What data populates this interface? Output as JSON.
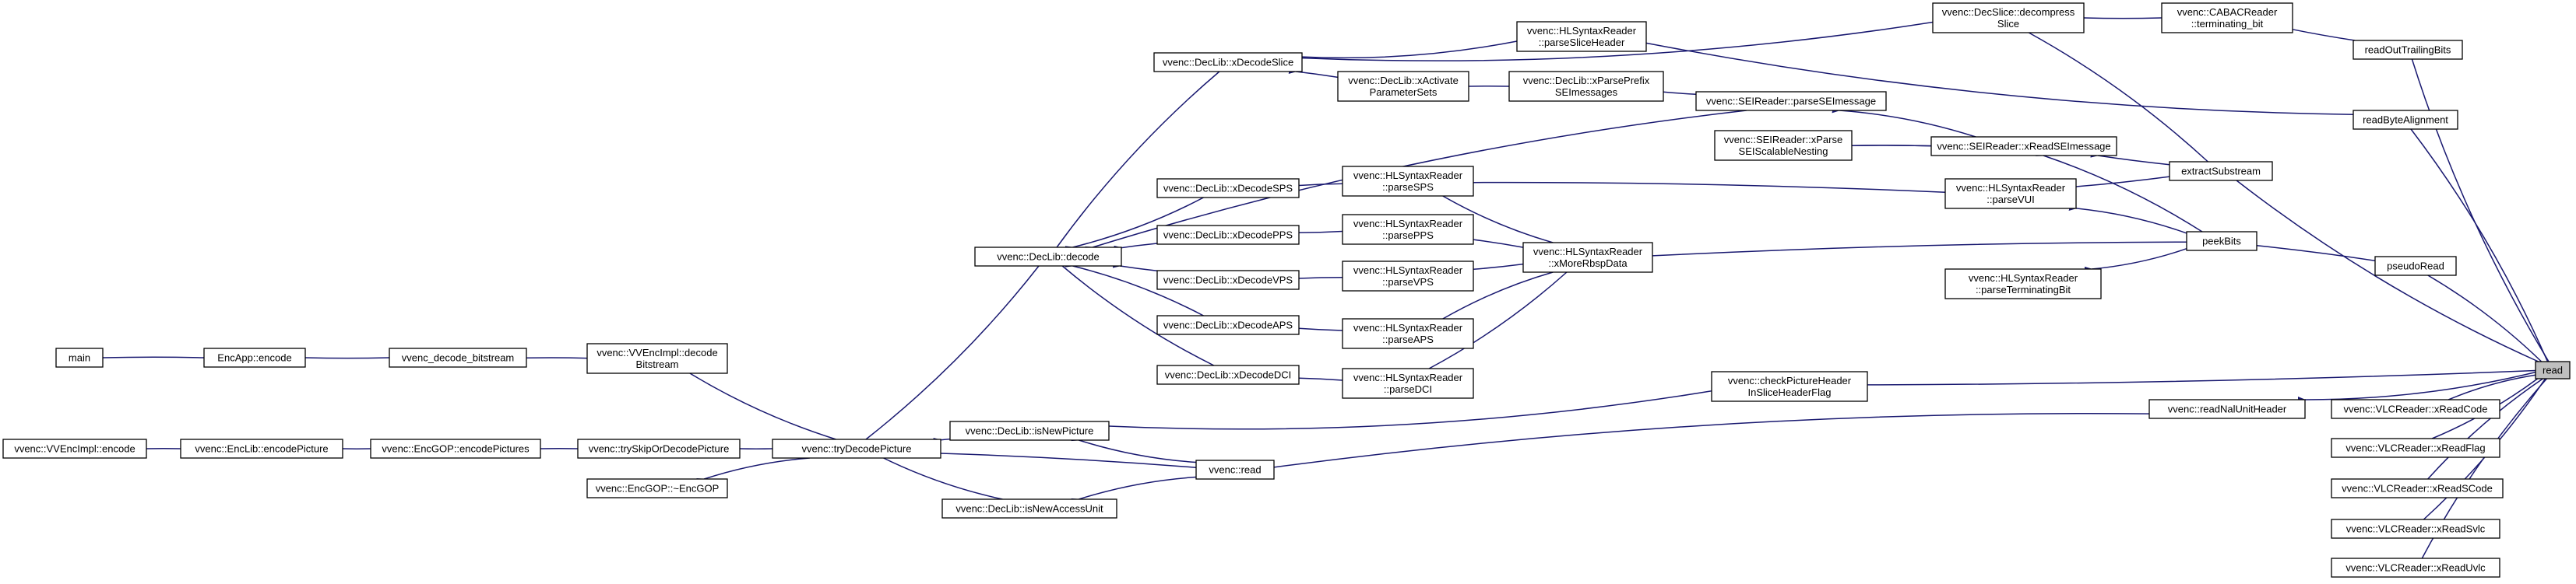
{
  "diagram": {
    "nodes": [
      {
        "id": "read",
        "lines": [
          "read"
        ],
        "highlight": true
      },
      {
        "id": "main",
        "lines": [
          "main"
        ]
      },
      {
        "id": "encapp",
        "lines": [
          "EncApp::encode"
        ]
      },
      {
        "id": "vvdec",
        "lines": [
          "vvenc_decode_bitstream"
        ]
      },
      {
        "id": "vvencimpl_decode",
        "lines": [
          "vvenc::VVEncImpl::decode",
          "Bitstream"
        ]
      },
      {
        "id": "vvencimpl_encode",
        "lines": [
          "vvenc::VVEncImpl::encode"
        ]
      },
      {
        "id": "enclib_encpic",
        "lines": [
          "vvenc::EncLib::encodePicture"
        ]
      },
      {
        "id": "encgop_encpics",
        "lines": [
          "vvenc::EncGOP::encodePictures"
        ]
      },
      {
        "id": "tryskip",
        "lines": [
          "vvenc::trySkipOrDecodePicture"
        ]
      },
      {
        "id": "encgop_dtor",
        "lines": [
          "vvenc::EncGOP::~EncGOP"
        ]
      },
      {
        "id": "trydecode",
        "lines": [
          "vvenc::tryDecodePicture"
        ]
      },
      {
        "id": "declib_decode",
        "lines": [
          "vvenc::DecLib::decode"
        ]
      },
      {
        "id": "isnewpic",
        "lines": [
          "vvenc::DecLib::isNewPicture"
        ]
      },
      {
        "id": "isnewau",
        "lines": [
          "vvenc::DecLib::isNewAccessUnit"
        ]
      },
      {
        "id": "vvenc_read",
        "lines": [
          "vvenc::read"
        ]
      },
      {
        "id": "xdecodeslice",
        "lines": [
          "vvenc::DecLib::xDecodeSlice"
        ]
      },
      {
        "id": "xdecodesps",
        "lines": [
          "vvenc::DecLib::xDecodeSPS"
        ]
      },
      {
        "id": "xdecodepps",
        "lines": [
          "vvenc::DecLib::xDecodePPS"
        ]
      },
      {
        "id": "xdecodevps",
        "lines": [
          "vvenc::DecLib::xDecodeVPS"
        ]
      },
      {
        "id": "xdecodeaps",
        "lines": [
          "vvenc::DecLib::xDecodeAPS"
        ]
      },
      {
        "id": "xdecodedci",
        "lines": [
          "vvenc::DecLib::xDecodeDCI"
        ]
      },
      {
        "id": "xactivate",
        "lines": [
          "vvenc::DecLib::xActivate",
          "ParameterSets"
        ]
      },
      {
        "id": "parsesliceheader",
        "lines": [
          "vvenc::HLSyntaxReader",
          "::parseSliceHeader"
        ]
      },
      {
        "id": "parsesps",
        "lines": [
          "vvenc::HLSyntaxReader",
          "::parseSPS"
        ]
      },
      {
        "id": "parsepps",
        "lines": [
          "vvenc::HLSyntaxReader",
          "::parsePPS"
        ]
      },
      {
        "id": "parsevps",
        "lines": [
          "vvenc::HLSyntaxReader",
          "::parseVPS"
        ]
      },
      {
        "id": "parseaps",
        "lines": [
          "vvenc::HLSyntaxReader",
          "::parseAPS"
        ]
      },
      {
        "id": "parsedci",
        "lines": [
          "vvenc::HLSyntaxReader",
          "::parseDCI"
        ]
      },
      {
        "id": "xparseprefix",
        "lines": [
          "vvenc::DecLib::xParsePrefix",
          "SEImessages"
        ]
      },
      {
        "id": "xmorerbsp",
        "lines": [
          "vvenc::HLSyntaxReader",
          "::xMoreRbspData"
        ]
      },
      {
        "id": "checkpicheader",
        "lines": [
          "vvenc::checkPictureHeader",
          "InSliceHeaderFlag"
        ]
      },
      {
        "id": "parsesei",
        "lines": [
          "vvenc::SEIReader::parseSEImessage"
        ]
      },
      {
        "id": "xparsesei",
        "lines": [
          "vvenc::SEIReader::xParse",
          "SEIScalableNesting"
        ]
      },
      {
        "id": "xreadsei",
        "lines": [
          "vvenc::SEIReader::xReadSEImessage"
        ]
      },
      {
        "id": "parsevui",
        "lines": [
          "vvenc::HLSyntaxReader",
          "::parseVUI"
        ]
      },
      {
        "id": "parseterm",
        "lines": [
          "vvenc::HLSyntaxReader",
          "::parseTerminatingBit"
        ]
      },
      {
        "id": "readnalunit",
        "lines": [
          "vvenc::readNalUnitHeader"
        ]
      },
      {
        "id": "decslice",
        "lines": [
          "vvenc::DecSlice::decompress",
          "Slice"
        ]
      },
      {
        "id": "cabac",
        "lines": [
          "vvenc::CABACReader",
          "::terminating_bit"
        ]
      },
      {
        "id": "extractsub",
        "lines": [
          "extractSubstream"
        ]
      },
      {
        "id": "peekbits",
        "lines": [
          "peekBits"
        ]
      },
      {
        "id": "readouttrailing",
        "lines": [
          "readOutTrailingBits"
        ]
      },
      {
        "id": "readbytealign",
        "lines": [
          "readByteAlignment"
        ]
      },
      {
        "id": "pseudoread",
        "lines": [
          "pseudoRead"
        ]
      },
      {
        "id": "xreadcode",
        "lines": [
          "vvenc::VLCReader::xReadCode"
        ]
      },
      {
        "id": "xreadflag",
        "lines": [
          "vvenc::VLCReader::xReadFlag"
        ]
      },
      {
        "id": "xreadscode",
        "lines": [
          "vvenc::VLCReader::xReadSCode"
        ]
      },
      {
        "id": "xreadsvlc",
        "lines": [
          "vvenc::VLCReader::xReadSvlc"
        ]
      },
      {
        "id": "xreaduvlc",
        "lines": [
          "vvenc::VLCReader::xReadUvlc"
        ]
      }
    ],
    "edges": [
      [
        "main",
        "encapp"
      ],
      [
        "encapp",
        "vvdec"
      ],
      [
        "vvdec",
        "vvencimpl_decode"
      ],
      [
        "vvencimpl_decode",
        "trydecode"
      ],
      [
        "vvencimpl_encode",
        "enclib_encpic"
      ],
      [
        "enclib_encpic",
        "encgop_encpics"
      ],
      [
        "encgop_encpics",
        "tryskip"
      ],
      [
        "tryskip",
        "trydecode"
      ],
      [
        "encgop_dtor",
        "trydecode"
      ],
      [
        "trydecode",
        "declib_decode"
      ],
      [
        "trydecode",
        "isnewpic"
      ],
      [
        "trydecode",
        "isnewau"
      ],
      [
        "trydecode",
        "vvenc_read"
      ],
      [
        "isnewpic",
        "vvenc_read"
      ],
      [
        "isnewau",
        "vvenc_read"
      ],
      [
        "isnewpic",
        "checkpicheader"
      ],
      [
        "vvenc_read",
        "readnalunit"
      ],
      [
        "readnalunit",
        "read"
      ],
      [
        "declib_decode",
        "xdecodeslice"
      ],
      [
        "declib_decode",
        "xdecodesps"
      ],
      [
        "declib_decode",
        "xdecodepps"
      ],
      [
        "declib_decode",
        "xdecodevps"
      ],
      [
        "declib_decode",
        "xdecodeaps"
      ],
      [
        "declib_decode",
        "xdecodedci"
      ],
      [
        "declib_decode",
        "parsesei"
      ],
      [
        "xdecodeslice",
        "parsesliceheader"
      ],
      [
        "xdecodeslice",
        "xactivate"
      ],
      [
        "xdecodeslice",
        "decslice"
      ],
      [
        "xactivate",
        "xparseprefix"
      ],
      [
        "xparseprefix",
        "parsesei"
      ],
      [
        "xdecodesps",
        "parsesps"
      ],
      [
        "xdecodepps",
        "parsepps"
      ],
      [
        "xdecodevps",
        "parsevps"
      ],
      [
        "xdecodeaps",
        "parseaps"
      ],
      [
        "xdecodedci",
        "parsedci"
      ],
      [
        "parsesps",
        "xmorerbsp"
      ],
      [
        "parsepps",
        "xmorerbsp"
      ],
      [
        "parsevps",
        "xmorerbsp"
      ],
      [
        "parseaps",
        "xmorerbsp"
      ],
      [
        "parsedci",
        "xmorerbsp"
      ],
      [
        "parsesps",
        "parsevui"
      ],
      [
        "parsesliceheader",
        "readbytealign"
      ],
      [
        "parsesei",
        "xreadsei"
      ],
      [
        "xreadsei",
        "xparsesei"
      ],
      [
        "xparsesei",
        "xreadsei"
      ],
      [
        "xreadsei",
        "extractsub"
      ],
      [
        "xreadsei",
        "peekbits"
      ],
      [
        "parsevui",
        "extractsub"
      ],
      [
        "parsevui",
        "peekbits"
      ],
      [
        "parseterm",
        "peekbits"
      ],
      [
        "xmorerbsp",
        "peekbits"
      ],
      [
        "decslice",
        "cabac"
      ],
      [
        "decslice",
        "extractsub"
      ],
      [
        "cabac",
        "readouttrailing"
      ],
      [
        "peekbits",
        "pseudoread"
      ],
      [
        "readouttrailing",
        "read"
      ],
      [
        "readbytealign",
        "read"
      ],
      [
        "extractsub",
        "read"
      ],
      [
        "pseudoread",
        "read"
      ],
      [
        "checkpicheader",
        "read"
      ],
      [
        "xreadcode",
        "read"
      ],
      [
        "xreadflag",
        "read"
      ],
      [
        "xreadscode",
        "read"
      ],
      [
        "xreadsvlc",
        "read"
      ],
      [
        "xreaduvlc",
        "read"
      ]
    ]
  }
}
